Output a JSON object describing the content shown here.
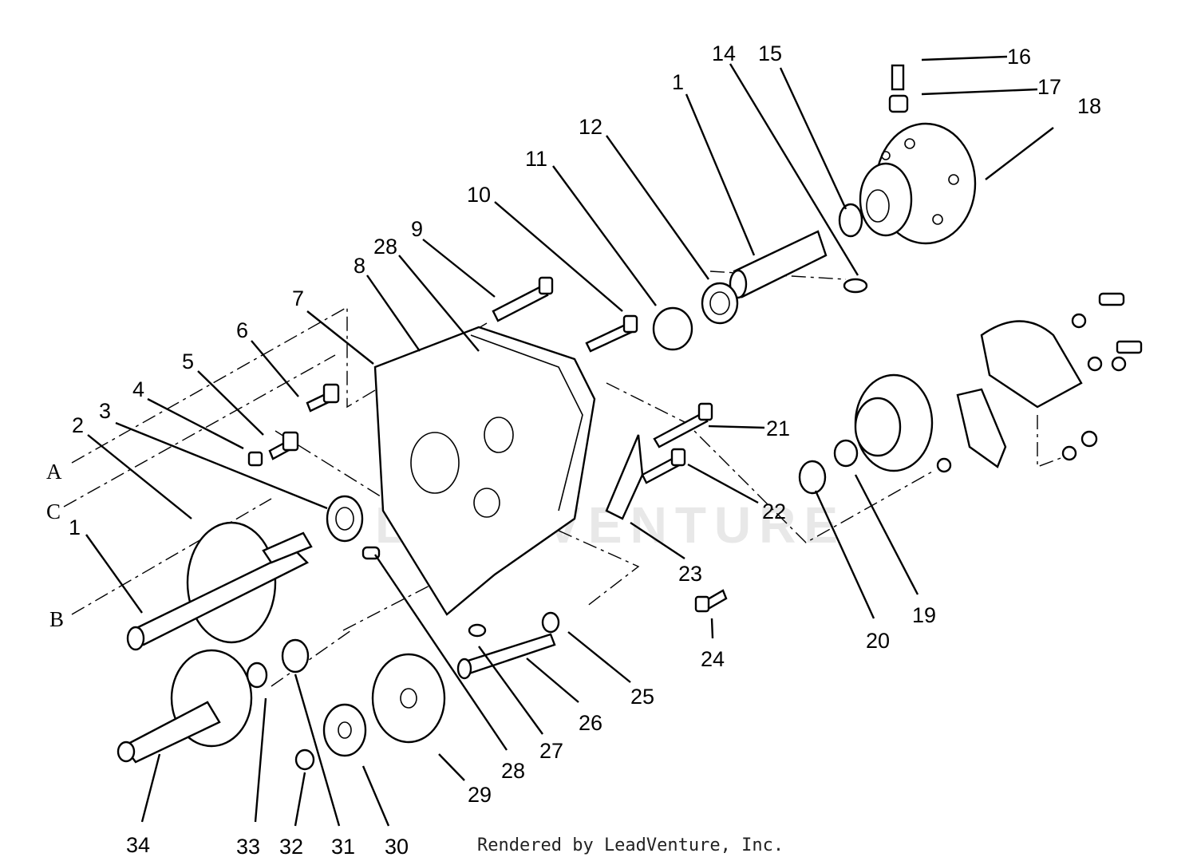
{
  "watermark": "LEADVENTURE",
  "credit": "Rendered by LeadVenture, Inc.",
  "callouts": {
    "c1a": "1",
    "c1b": "1",
    "c2": "2",
    "c3": "3",
    "c4": "4",
    "c5": "5",
    "c6": "6",
    "c7": "7",
    "c8": "8",
    "c9": "9",
    "c10": "10",
    "c11": "11",
    "c12": "12",
    "c14": "14",
    "c15": "15",
    "c16": "16",
    "c17": "17",
    "c18": "18",
    "c19": "19",
    "c20": "20",
    "c21": "21",
    "c22": "22",
    "c23": "23",
    "c24": "24",
    "c25": "25",
    "c26": "26",
    "c27": "27",
    "c28a": "28",
    "c28b": "28",
    "c29": "29",
    "c30": "30",
    "c31": "31",
    "c32": "32",
    "c33": "33",
    "c34": "34"
  },
  "reference_letters": {
    "a": "A",
    "b": "B",
    "c": "C"
  }
}
